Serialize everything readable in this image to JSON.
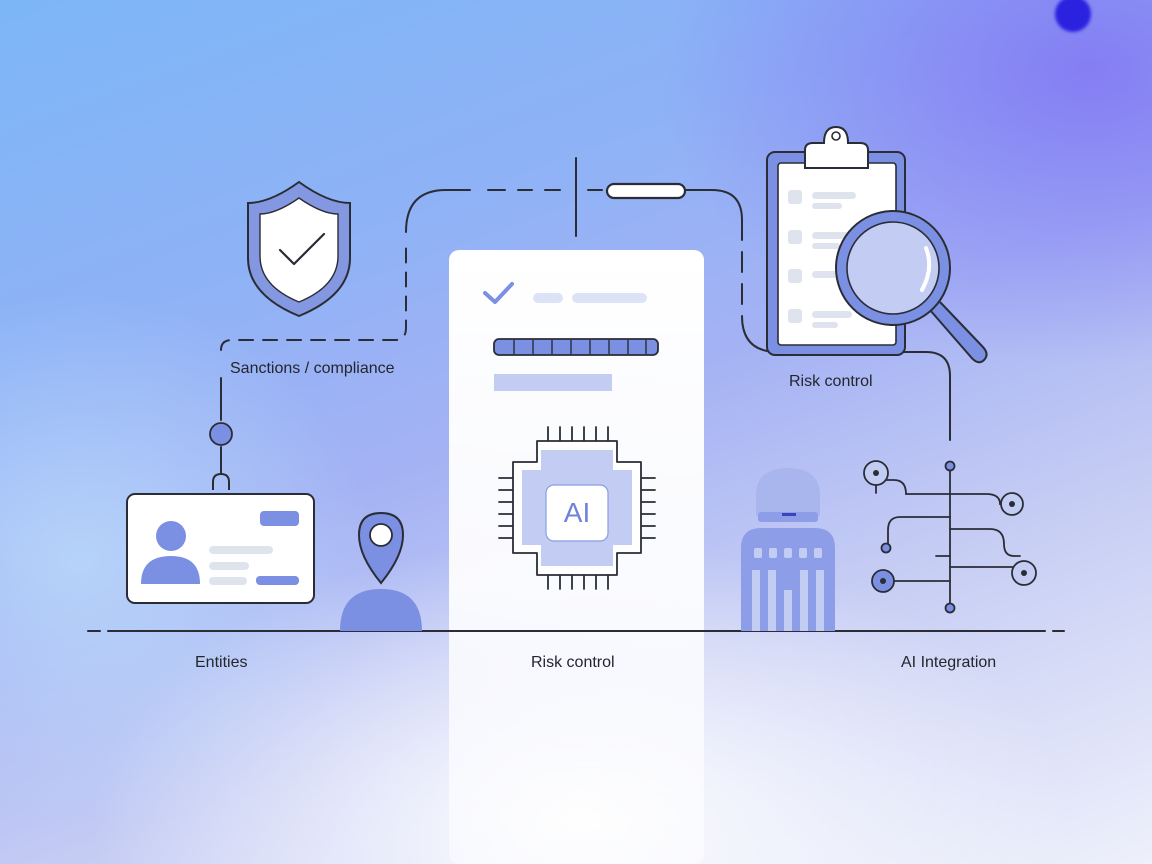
{
  "labels": {
    "sanctions": "Sanctions / compliance",
    "risk_control_top": "Risk control",
    "entities": "Entities",
    "risk_control_bottom": "Risk control",
    "ai_integration": "AI Integration"
  },
  "chip": {
    "text": "AI"
  },
  "colors": {
    "accent": "#7b8fe3",
    "accent_light": "#c3cdf4",
    "line": "#2a2d36",
    "panel": "#ffffff"
  },
  "icons": [
    "shield-check-icon",
    "clipboard-icon",
    "magnifier-icon",
    "id-card-icon",
    "location-pin-icon",
    "ai-chip-icon",
    "building-icon",
    "circuit-tree-icon"
  ]
}
